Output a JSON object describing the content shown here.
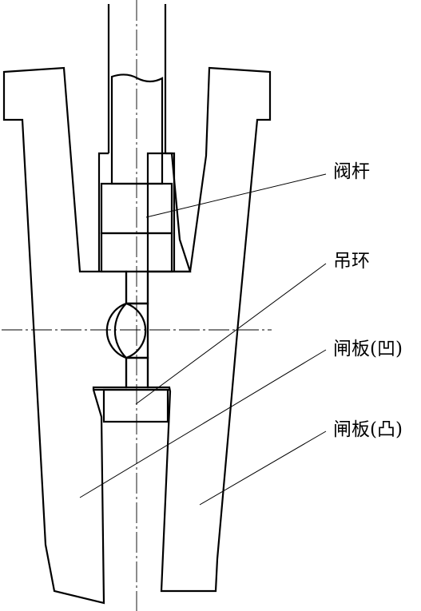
{
  "labels": {
    "valve_stem": "阀杆",
    "lifting_ring": "吊环",
    "gate_concave": "闸板(凹)",
    "gate_convex": "闸板(凸)"
  },
  "colors": {
    "line": "#000000",
    "background": "#ffffff"
  }
}
